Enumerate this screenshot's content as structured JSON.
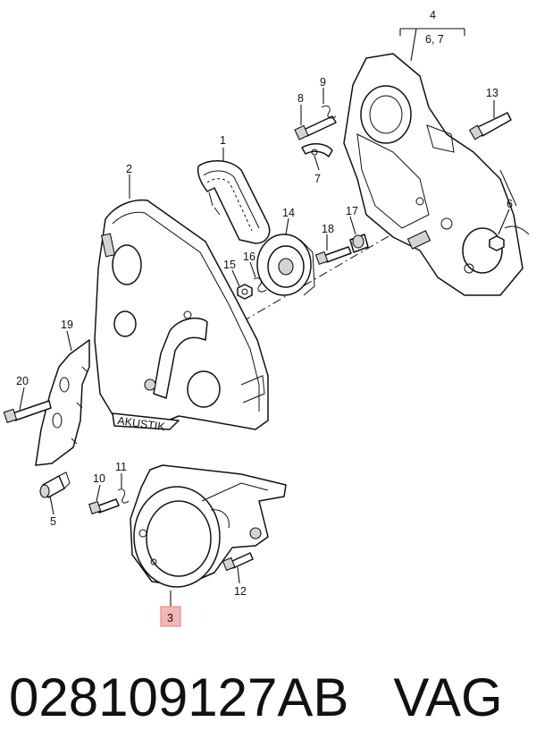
{
  "callouts": {
    "c1": "1",
    "c2": "2",
    "c3": "3",
    "c4": "4",
    "c4b": "6, 7",
    "c5": "5",
    "c6": "6",
    "c7": "7",
    "c8": "8",
    "c9": "9",
    "c10": "10",
    "c11": "11",
    "c12": "12",
    "c13": "13",
    "c14": "14",
    "c15": "15",
    "c16": "16",
    "c17": "17",
    "c18": "18",
    "c19": "19",
    "c20": "20"
  },
  "engraving": "AKUSTIK",
  "caption": {
    "part_number": "028109127AB",
    "brand": "VAG"
  },
  "colors": {
    "highlight_box": "#f4b6b6",
    "highlight_border": "#e08080"
  }
}
